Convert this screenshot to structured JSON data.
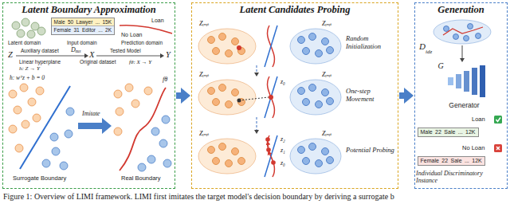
{
  "diagram": {
    "caption": "Figure 1: Overview of LIMI framework. LIMI first imitates the target model's decision boundary by deriving a surrogate b",
    "nodes": [
      {
        "text": [
          "Latent Boundary Approximation"
        ]
      },
      {
        "text": [
          "Latent Candidates Probing"
        ]
      },
      {
        "text": [
          "Generation"
        ]
      },
      {
        "text": [
          "Male 50 Lawyer ... 15K",
          "Female 31 Editor ... 2K"
        ],
        "in": 0
      },
      {
        "text": [
          "G",
          "Generator"
        ],
        "in": 2
      },
      {
        "text": [
          "Male 22 Sale ... 12K"
        ],
        "in": 2
      },
      {
        "text": [
          "Female 22 Sale ... 12K"
        ],
        "in": 2
      }
    ],
    "edges": [
      {
        "from": 0,
        "to": 1,
        "arrow": "to"
      },
      {
        "from": 1,
        "to": 2,
        "arrow": "to"
      }
    ],
    "labels": [
      "Latent domain",
      "Input domain",
      "Prediction domain",
      "Loan",
      "No Loan",
      "Z",
      "Auxiliary dataset",
      "Dₐᵤₓ",
      "X",
      "Tested Model",
      "Y",
      "Linear hyperplane",
      "h: Z → Y",
      "Original dataset",
      "fθ: X → Y",
      "h: wᵀz + b = 0",
      "Surrogate Boundary",
      "Imitate",
      "fθ",
      "Real Boundary",
      "Zᵢₙᵢₜ",
      "Zᵢₙᵢₜ",
      "Zᵢₙᵢₜ",
      "Zᵢₙᵢₜ",
      "Zᵢₙᵢₜ",
      "Zᵢₙᵢₜ",
      "Random Initialization",
      "One-step Movement",
      "Potential Probing",
      "z₀",
      "z₀",
      "z₁",
      "z₂",
      "D",
      "idz",
      "Loan",
      "No Loan",
      "Individual Discriminatory Instance"
    ]
  }
}
